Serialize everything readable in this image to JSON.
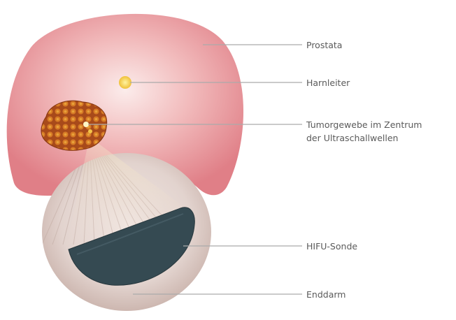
{
  "labels": {
    "prostata": "Prostata",
    "harnleiter": "Harnleiter",
    "tumor_line1": "Tumorgewebe im Zentrum",
    "tumor_line2": "der Ultraschallwellen",
    "hifu_sonde": "HIFU-Sonde",
    "enddarm": "Enddarm"
  },
  "colors": {
    "prostate_outer": "#e3858b",
    "prostate_inner": "#f7e0df",
    "rectum": "#d9c7c1",
    "probe": "#354a52",
    "tumor": "#b2541e",
    "tumor_spot": "#e4a93a",
    "urethra": "#f3cf3a",
    "leader_line": "#aaaaaa"
  }
}
